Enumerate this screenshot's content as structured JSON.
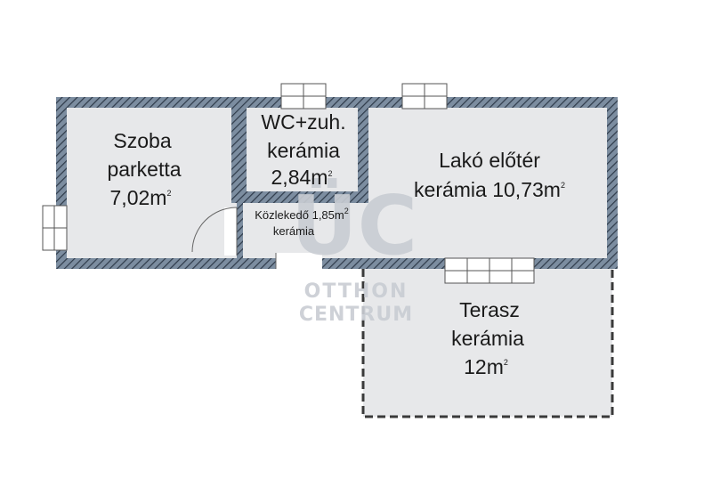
{
  "rooms": {
    "szoba": {
      "name": "Szoba",
      "floor": "parketta",
      "area": "7,02m",
      "unit_sup": "2"
    },
    "wc": {
      "name": "WC+zuh.",
      "floor": "kerámia",
      "area": "2,84m",
      "unit_sup": "2"
    },
    "lako": {
      "name": "Lakó előtér",
      "floor_area": "kerámia 10,73m",
      "unit_sup": "2"
    },
    "kozlekedo": {
      "name_area": "Közlekedő 1,85m",
      "unit_sup": "2",
      "floor": "kerámia"
    },
    "terasz": {
      "name": "Terasz",
      "floor": "kerámia",
      "area": "12m",
      "unit_sup": "2"
    }
  },
  "watermark": {
    "logo": "ÜC",
    "line1": "OTTHON",
    "line2": "CENTRUM"
  },
  "colors": {
    "wall_fill": "#6d7f92",
    "wall_hatch": "#2f3b4a",
    "room_fill": "#e7e8ea",
    "terrace_border": "#3a3a3a",
    "watermark": "#c9cdd3"
  }
}
